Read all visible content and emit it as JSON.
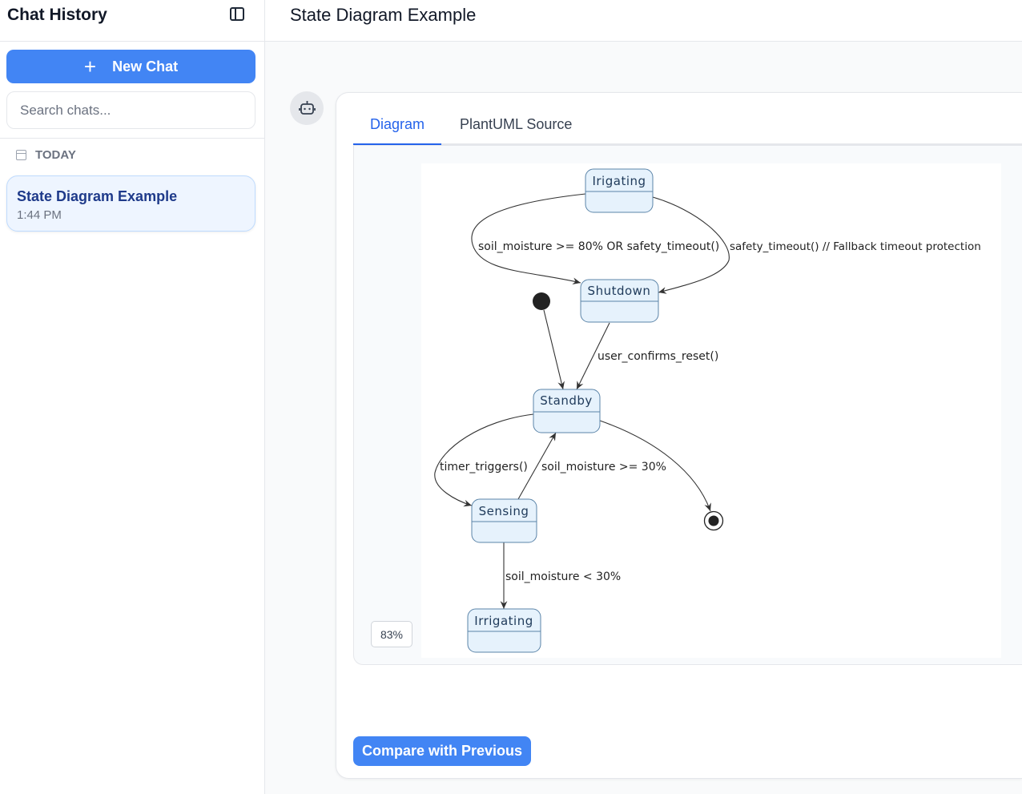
{
  "sidebar": {
    "title": "Chat History",
    "new_chat": "New Chat",
    "search_placeholder": "Search chats...",
    "group": "TODAY",
    "chats": [
      {
        "title": "State Diagram Example",
        "time": "1:44 PM"
      }
    ]
  },
  "header": {
    "title": "State Diagram Example"
  },
  "tabs": [
    {
      "label": "Diagram",
      "active": true
    },
    {
      "label": "PlantUML Source",
      "active": false
    }
  ],
  "zoom_level": "83%",
  "compare_button": "Compare with Previous",
  "diagram": {
    "states": [
      "Irigating",
      "Shutdown",
      "Standby",
      "Sensing",
      "Irrigating"
    ],
    "transitions": [
      {
        "from": "Irigating",
        "to": "Shutdown",
        "label": "soil_moisture >= 80% OR safety_timeout()"
      },
      {
        "from": "Irigating",
        "to": "Shutdown",
        "label": "safety_timeout() // Fallback timeout protection"
      },
      {
        "from": "[*]",
        "to": "Standby",
        "label": ""
      },
      {
        "from": "Shutdown",
        "to": "Standby",
        "label": "user_confirms_reset()"
      },
      {
        "from": "Standby",
        "to": "Sensing",
        "label": "timer_triggers()"
      },
      {
        "from": "Sensing",
        "to": "Standby",
        "label": "soil_moisture >= 30%"
      },
      {
        "from": "Standby",
        "to": "[*]",
        "label": ""
      },
      {
        "from": "Sensing",
        "to": "Irrigating",
        "label": "soil_moisture < 30%"
      }
    ],
    "colors": {
      "state_fill": "#e6f2fc",
      "state_border": "#5b84a8",
      "edge": "#333333"
    }
  }
}
